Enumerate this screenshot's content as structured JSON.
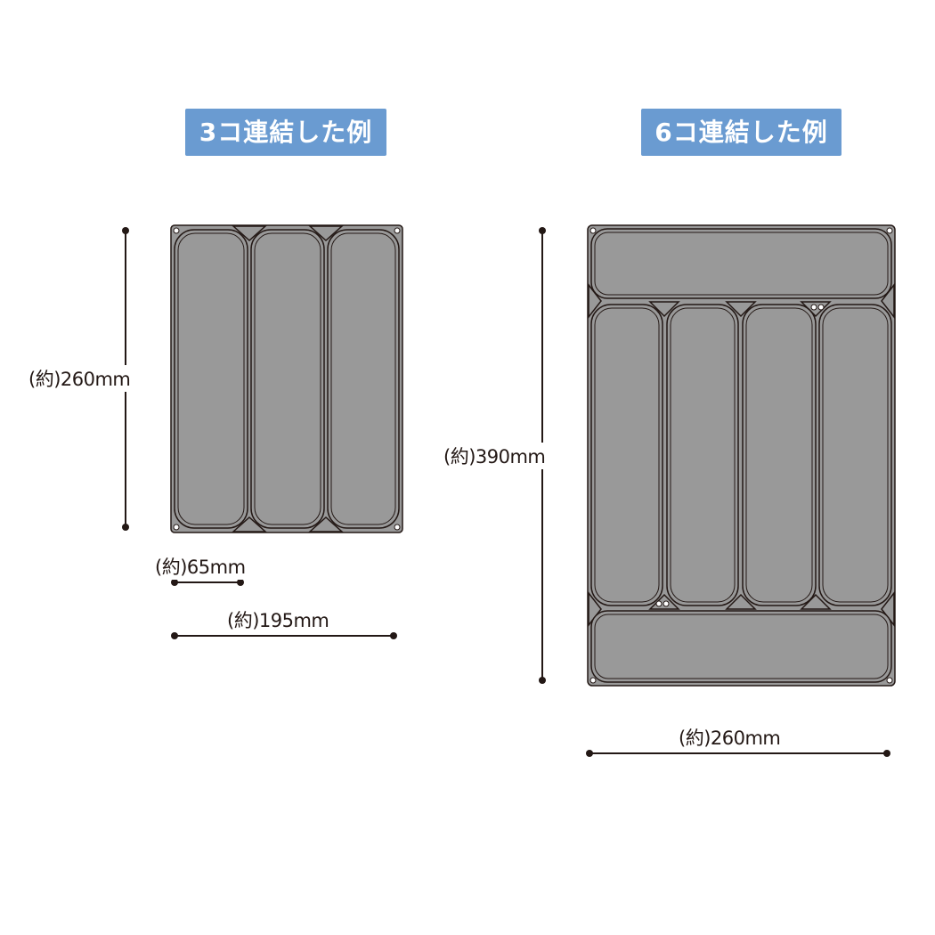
{
  "examples": {
    "three": {
      "title": "3コ連結した例"
    },
    "six": {
      "title": "6コ連結した例"
    }
  },
  "dimensions": {
    "three_height": "(約)260mm",
    "three_unit_width": "(約)65mm",
    "three_width": "(約)195mm",
    "six_height": "(約)390mm",
    "six_width": "(約)260mm"
  },
  "colors": {
    "badge": "#6a9bd1",
    "tray_fill": "#999999",
    "tray_outline": "#231815",
    "line": "#231815"
  }
}
